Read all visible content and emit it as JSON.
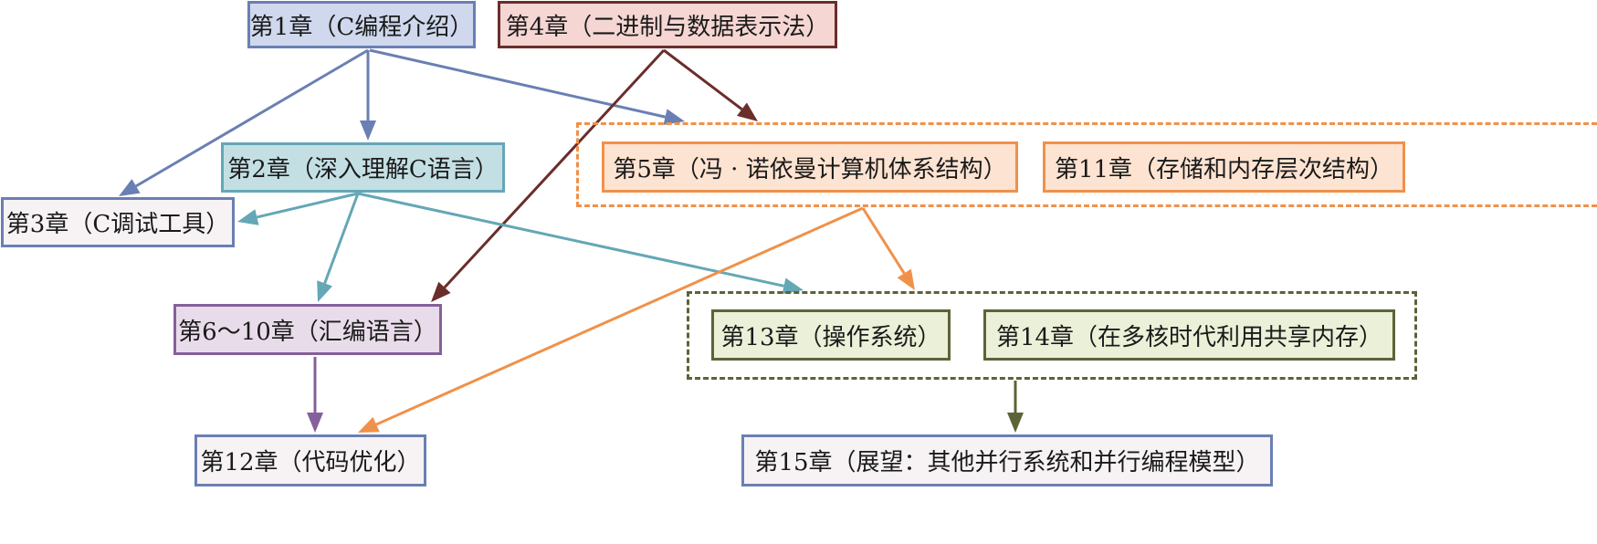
{
  "diagram": {
    "nodes": {
      "ch1": {
        "label": "第1章（C编程介绍）",
        "fill": "#cfd8ec",
        "stroke": "#6a7fb3"
      },
      "ch4": {
        "label": "第4章（二进制与数据表示法）",
        "fill": "#f5d6d3",
        "stroke": "#6a2e2b"
      },
      "ch2": {
        "label": "第2章（深入理解C语言）",
        "fill": "#c4dfe4",
        "stroke": "#64a7b6"
      },
      "ch3": {
        "label": "第3章（C调试工具）",
        "fill": "#f7f3f4",
        "stroke": "#6a7fb3"
      },
      "ch5": {
        "label": "第5章（冯 · 诺依曼计算机体系结构）",
        "fill": "#fde3d1",
        "stroke": "#f0914a"
      },
      "ch11": {
        "label": "第11章（存储和内存层次结构）",
        "fill": "#fde3d1",
        "stroke": "#f0914a"
      },
      "ch6_10": {
        "label": "第6～10章（汇编语言）",
        "fill": "#e9dcea",
        "stroke": "#85609a"
      },
      "ch13": {
        "label": "第13章（操作系统）",
        "fill": "#ebf0d8",
        "stroke": "#5d6337"
      },
      "ch14": {
        "label": "第14章（在多核时代利用共享内存）",
        "fill": "#ebf0d8",
        "stroke": "#5d6337"
      },
      "ch12": {
        "label": "第12章（代码优化）",
        "fill": "#f7f3f4",
        "stroke": "#6a7fb3"
      },
      "ch15": {
        "label": "第15章（展望：其他并行系统和并行编程模型）",
        "fill": "#f7f3f4",
        "stroke": "#6a7fb3"
      }
    },
    "groups": {
      "architecture": {
        "members": [
          "ch5",
          "ch11"
        ],
        "stroke": "#f0914a"
      },
      "parallel": {
        "members": [
          "ch13",
          "ch14"
        ],
        "stroke": "#5d6337"
      }
    },
    "edges": [
      {
        "from": "ch1",
        "to": "ch3",
        "color": "#6a7fb3"
      },
      {
        "from": "ch1",
        "to": "ch2",
        "color": "#6a7fb3"
      },
      {
        "from": "ch1",
        "to": "architecture",
        "color": "#6a7fb3"
      },
      {
        "from": "ch4",
        "to": "architecture",
        "color": "#6a2e2b"
      },
      {
        "from": "ch4",
        "to": "ch6_10",
        "color": "#6a2e2b"
      },
      {
        "from": "ch2",
        "to": "ch3",
        "color": "#64a7b6"
      },
      {
        "from": "ch2",
        "to": "ch6_10",
        "color": "#64a7b6"
      },
      {
        "from": "ch2",
        "to": "parallel",
        "color": "#64a7b6"
      },
      {
        "from": "architecture",
        "to": "parallel",
        "color": "#f0914a"
      },
      {
        "from": "architecture",
        "to": "ch12",
        "color": "#f0914a"
      },
      {
        "from": "ch6_10",
        "to": "ch12",
        "color": "#85609a"
      },
      {
        "from": "parallel",
        "to": "ch15",
        "color": "#5d6337"
      }
    ]
  }
}
